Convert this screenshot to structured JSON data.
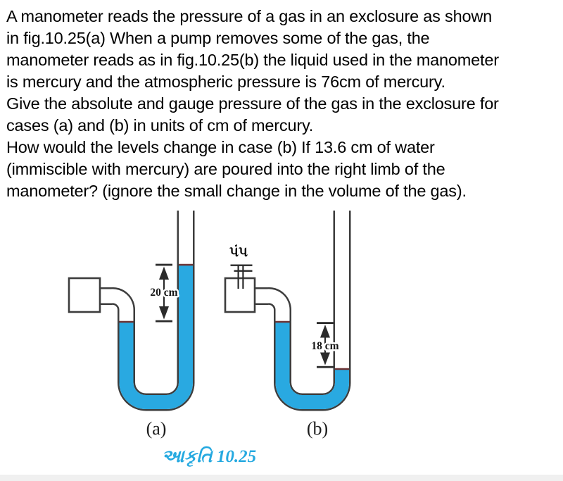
{
  "question": {
    "lines": [
      "A manometer reads the pressure of a gas in an exclosure as shown",
      "in fig.10.25(a) When a pump removes some of the gas, the",
      "manometer reads as in fig.10.25(b) the liquid used in the manometer",
      "is mercury and the atmospheric pressure is 76cm of mercury.",
      "Give the absolute and gauge pressure of the gas in the exclosure for",
      "cases (a) and (b) in units of cm of mercury.",
      "How would the levels change in case (b) If 13.6 cm of water",
      "(immiscible with mercury) are poured into the right limb of the",
      "manometer? (ignore the small change in the volume of the gas)."
    ]
  },
  "figure": {
    "sub_a": {
      "label": "(a)",
      "dimension": "20 cm"
    },
    "sub_b": {
      "label": "(b)",
      "dimension": "18 cm",
      "pump_label": "પંપ"
    },
    "caption": "આકૃતિ 10.25",
    "colors": {
      "mercury": "#29a9e1",
      "tube_outline": "#3d3d3d",
      "meniscus": "#6e3333",
      "caption_blue": "#25a9e0",
      "ink": "#2b2b2b"
    }
  }
}
